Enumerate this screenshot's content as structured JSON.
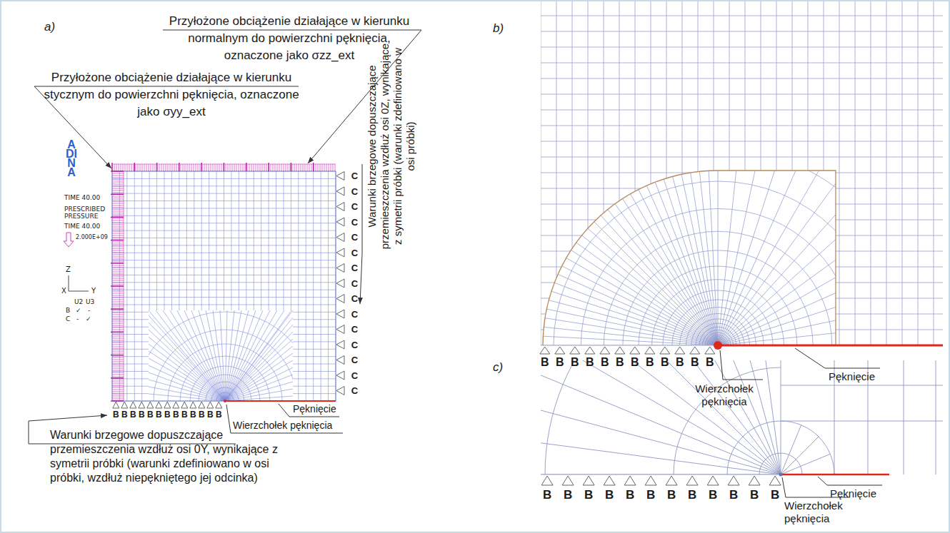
{
  "diagram": {
    "labels": [
      "a)",
      "Przyłożone obciążenie działające w kierunku normalnym do powierzchni pęknięcia, oznaczone jako σzz_ext",
      "Przyłożone obciążenie działające w kierunku stycznym do powierzchni pęknięcia, oznaczone jako σyy_ext",
      "Warunki brzegowe dopuszczające przemieszczenia wzdłuż osi 0Z, wynikające z symetrii próbki (warunki zdefiniowano w osi próbki)",
      "Warunki brzegowe dopuszczające przemieszczenia wzdłuż osi 0Y, wynikające z symetrii próbki (warunki zdefiniowano w osi próbki, wzdłuż niepękniętego jej odcinka)",
      "ADINA",
      "TIME 40.00",
      "PRESCRIBED PRESSURE",
      "TIME 40.00",
      "2.000E+09",
      "Z",
      "X",
      "Y",
      "U2",
      "U3",
      "B",
      "✓",
      "-",
      "C",
      "-",
      "✓",
      "C C C C C C C C C C C C C C C",
      "B B B B B B B B B B B B B",
      "Pęknięcie",
      "Wierzchołek pęknięcia",
      "b)",
      "B B B B B B B B B B B B",
      "Wierzchołek pęknięcia",
      "Pęknięcie",
      "c)",
      "B B B B B B B B B B B B",
      "Pęknięcie",
      "Wierzchołek pęknięcia"
    ]
  }
}
